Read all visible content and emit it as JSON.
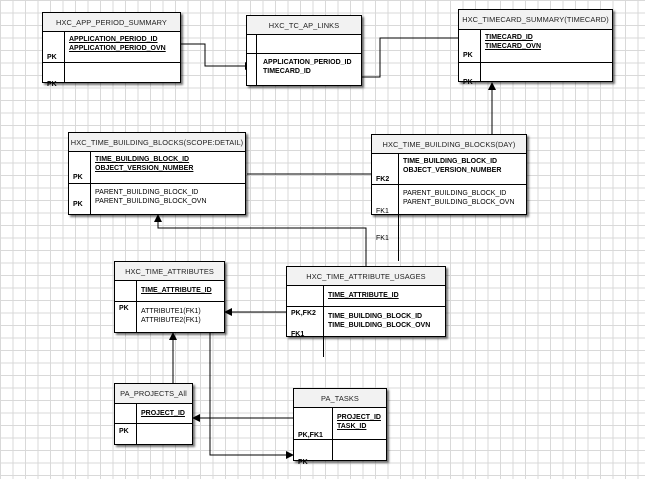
{
  "entities": {
    "app_period_summary": {
      "title": "HXC_APP_PERIOD_SUMMARY",
      "keys": [
        "PK",
        "PK"
      ],
      "fields": [
        "APPLICATION_PERIOD_ID",
        "APPLICATION_PERIOD_OVN"
      ]
    },
    "tc_ap_links": {
      "title": "HXC_TC_AP_LINKS",
      "fields": [
        "APPLICATION_PERIOD_ID",
        "TIMECARD_ID"
      ]
    },
    "timecard_summary": {
      "title": "HXC_TIMECARD_SUMMARY(TIMECARD)",
      "keys": [
        "PK",
        "PK"
      ],
      "fields": [
        "TIMECARD_ID",
        "TIMECARD_OVN"
      ]
    },
    "tbb_detail": {
      "title": "HXC_TIME_BUILDING_BLOCKS(SCOPE:DETAIL)",
      "keys": [
        "PK",
        "PK"
      ],
      "fields": [
        "TIME_BUILDING_BLOCK_ID",
        "OBJECT_VERSION_NUMBER"
      ],
      "attributes": [
        "PARENT_BUILDING_BLOCK_ID",
        "PARENT_BUILDING_BLOCK_OVN"
      ]
    },
    "tbb_day": {
      "title": "HXC_TIME_BUILDING_BLOCKS(DAY)",
      "keys": [
        "FK2"
      ],
      "fields": [
        "TIME_BUILDING_BLOCK_ID",
        "OBJECT_VERSION_NUMBER"
      ],
      "attr_keys": [
        "FK1",
        "FK1"
      ],
      "attributes": [
        "PARENT_BUILDING_BLOCK_ID",
        "PARENT_BUILDING_BLOCK_OVN"
      ]
    },
    "time_attributes": {
      "title": "HXC_TIME_ATTRIBUTES",
      "keys": [
        "PK"
      ],
      "fields": [
        "TIME_ATTRIBUTE_ID"
      ],
      "attributes": [
        "ATTRIBUTE1(FK1)",
        "ATTRIBUTE2(FK1)"
      ]
    },
    "time_attribute_usages": {
      "title": "HXC_TIME_ATTRIBUTE_USAGES",
      "keys": [
        "PK,FK2"
      ],
      "fields": [
        "TIME_ATTRIBUTE_ID"
      ],
      "attr_keys": [
        "FK1"
      ],
      "attributes": [
        "TIME_BUILDING_BLOCK_ID",
        "TIME_BUILDING_BLOCK_OVN"
      ]
    },
    "pa_projects": {
      "title": "PA_PROJECTS_All",
      "keys": [
        "PK"
      ],
      "fields": [
        "PROJECT_ID"
      ]
    },
    "pa_tasks": {
      "title": "PA_TASKS",
      "keys": [
        "PK,FK1",
        "PK"
      ],
      "fields": [
        "PROJECT_ID",
        "TASK_ID"
      ]
    }
  }
}
